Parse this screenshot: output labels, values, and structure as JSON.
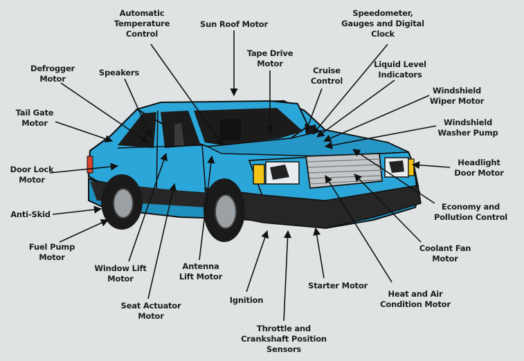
{
  "colors": {
    "background": "#dfe3e4",
    "car_body": "#2ba6d8",
    "car_outline": "#111111",
    "tire": "#1a1a1a",
    "headlight_amber": "#f3c318",
    "label_text": "#1c1c1c"
  },
  "labels": {
    "automatic_temperature_control": "Automatic\nTemperature\nControl",
    "sun_roof_motor": "Sun Roof Motor",
    "speedometer": "Speedometer,\nGauges and Digital\nClock",
    "tape_drive_motor": "Tape Drive\nMotor",
    "cruise_control": "Cruise\nControl",
    "liquid_level_indicators": "Liquid Level\nIndicators",
    "defrogger_motor": "Defrogger\nMotor",
    "speakers": "Speakers",
    "windshield_wiper_motor": "Windshield\nWiper Motor",
    "tail_gate_motor": "Tail Gate\nMotor",
    "windshield_washer_pump": "Windshield\nWasher Pump",
    "door_lock_motor": "Door Lock\nMotor",
    "headlight_door_motor": "Headlight\nDoor Motor",
    "anti_skid": "Anti-Skid",
    "economy_pollution_control": "Economy and\nPollution Control",
    "fuel_pump_motor": "Fuel Pump\nMotor",
    "coolant_fan_motor": "Coolant Fan\nMotor",
    "window_lift_motor": "Window Lift\nMotor",
    "antenna_lift_motor": "Antenna\nLift Motor",
    "starter_motor": "Starter Motor",
    "seat_actuator_motor": "Seat Actuator\nMotor",
    "ignition": "Ignition",
    "heat_air_condition_motor": "Heat and Air\nCondition Motor",
    "throttle_crankshaft_sensors": "Throttle and\nCrankshaft Position\nSensors"
  }
}
